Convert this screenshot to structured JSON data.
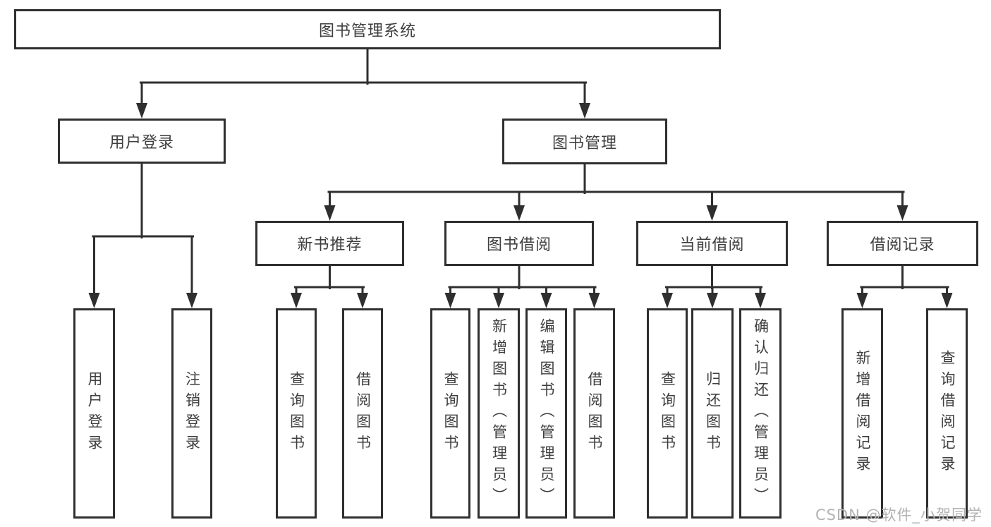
{
  "diagram": {
    "root": {
      "label": "图书管理系统"
    },
    "children": [
      {
        "label": "用户登录",
        "children": [
          "用户登录",
          "注销登录"
        ]
      },
      {
        "label": "图书管理",
        "children": [
          {
            "label": "新书推荐",
            "children": [
              "查询图书",
              "借阅图书"
            ]
          },
          {
            "label": "图书借阅",
            "children": [
              "查询图书",
              "新增图书（管理员）",
              "编辑图书（管理员）",
              "借阅图书"
            ]
          },
          {
            "label": "当前借阅",
            "children": [
              "查询图书",
              "归还图书",
              "确认归还（管理员）"
            ]
          },
          {
            "label": "借阅记录",
            "children": [
              "新增借阅记录",
              "查询借阅记录"
            ]
          }
        ]
      }
    ]
  },
  "watermark": {
    "text": "CSDN @软件_小贺同学"
  },
  "colors": {
    "line": "#2f2f2f",
    "text": "#3f3f3f",
    "box_background": "#ffffff",
    "page_background": "#ffffff",
    "watermark": "#b2b2b2"
  }
}
